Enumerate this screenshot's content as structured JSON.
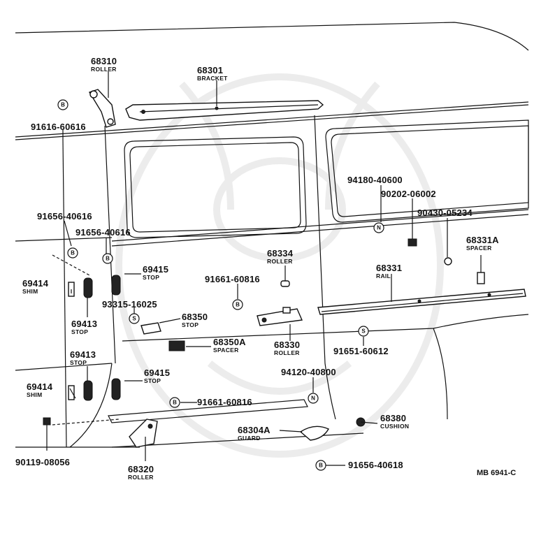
{
  "diagram_ref": "MB 6941-C",
  "callouts": [
    {
      "id": "c68310",
      "part_no": "68310",
      "name": "ROLLER"
    },
    {
      "id": "c68301",
      "part_no": "68301",
      "name": "BRACKET"
    },
    {
      "id": "c91616",
      "part_no": "91616-60616",
      "name": ""
    },
    {
      "id": "c91656a",
      "part_no": "91656-40616",
      "name": ""
    },
    {
      "id": "c91656b",
      "part_no": "91656-40616",
      "name": ""
    },
    {
      "id": "c69415a",
      "part_no": "69415",
      "name": "STOP"
    },
    {
      "id": "c69414a",
      "part_no": "69414",
      "name": "SHIM"
    },
    {
      "id": "c69413a",
      "part_no": "69413",
      "name": "STOP"
    },
    {
      "id": "c93315",
      "part_no": "93315-16025",
      "name": ""
    },
    {
      "id": "c68350",
      "part_no": "68350",
      "name": "STOP"
    },
    {
      "id": "c68350a",
      "part_no": "68350A",
      "name": "SPACER"
    },
    {
      "id": "c69413b",
      "part_no": "69413",
      "name": "STOP"
    },
    {
      "id": "c69415b",
      "part_no": "69415",
      "name": "STOP"
    },
    {
      "id": "c69414b",
      "part_no": "69414",
      "name": "SHIM"
    },
    {
      "id": "c90119",
      "part_no": "90119-08056",
      "name": ""
    },
    {
      "id": "c68320",
      "part_no": "68320",
      "name": "ROLLER"
    },
    {
      "id": "c91661a",
      "part_no": "91661-60816",
      "name": ""
    },
    {
      "id": "c91661b",
      "part_no": "91661-60816",
      "name": ""
    },
    {
      "id": "c68334",
      "part_no": "68334",
      "name": "ROLLER"
    },
    {
      "id": "c68330",
      "part_no": "68330",
      "name": "ROLLER"
    },
    {
      "id": "c94180",
      "part_no": "94180-40600",
      "name": ""
    },
    {
      "id": "c90202",
      "part_no": "90202-06002",
      "name": ""
    },
    {
      "id": "c90430",
      "part_no": "90430-05234",
      "name": ""
    },
    {
      "id": "c68331a",
      "part_no": "68331A",
      "name": "SPACER"
    },
    {
      "id": "c68331",
      "part_no": "68331",
      "name": "RAIL"
    },
    {
      "id": "c91651",
      "part_no": "91651-60612",
      "name": ""
    },
    {
      "id": "c94120",
      "part_no": "94120-40800",
      "name": ""
    },
    {
      "id": "c68380",
      "part_no": "68380",
      "name": "CUSHION"
    },
    {
      "id": "c68304a",
      "part_no": "68304A",
      "name": "GUARD"
    },
    {
      "id": "c91656c",
      "part_no": "91656-40618",
      "name": ""
    }
  ],
  "badges": {
    "b_B": "B",
    "b_S": "S",
    "b_N": "N"
  }
}
